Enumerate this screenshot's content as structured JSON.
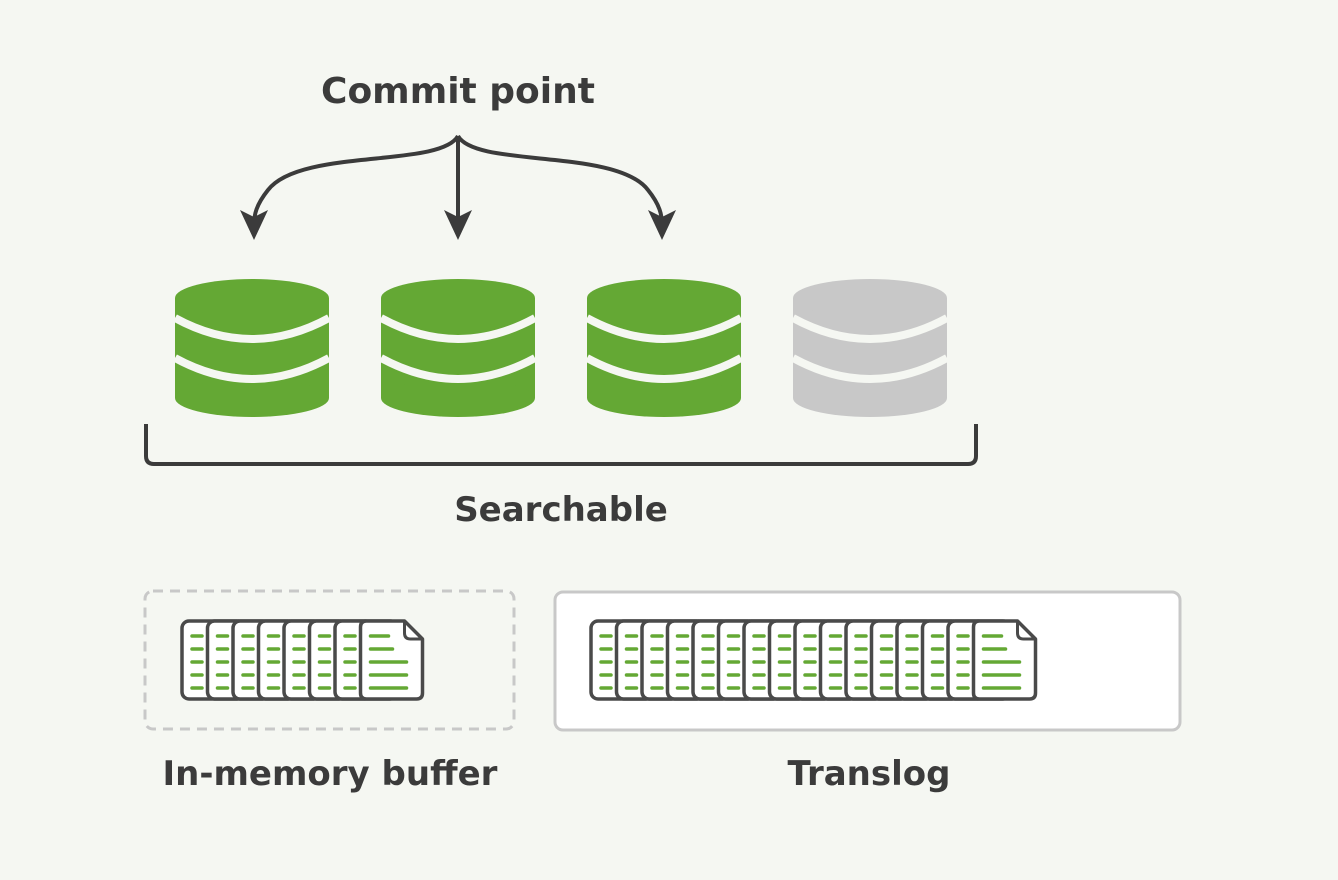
{
  "title": "Commit point",
  "bracket_label": "Searchable",
  "segments": [
    {
      "state": "committed",
      "color": "#64a834"
    },
    {
      "state": "committed",
      "color": "#64a834"
    },
    {
      "state": "committed",
      "color": "#64a834"
    },
    {
      "state": "uncommitted",
      "color": "#c8c8c8"
    }
  ],
  "buffer": {
    "label": "In-memory buffer",
    "document_count": 8
  },
  "translog": {
    "label": "Translog",
    "document_count": 16
  },
  "colors": {
    "green": "#64a834",
    "grey": "#c8c8c8",
    "dark": "#3b3b3b",
    "background": "#f5f7f2"
  }
}
